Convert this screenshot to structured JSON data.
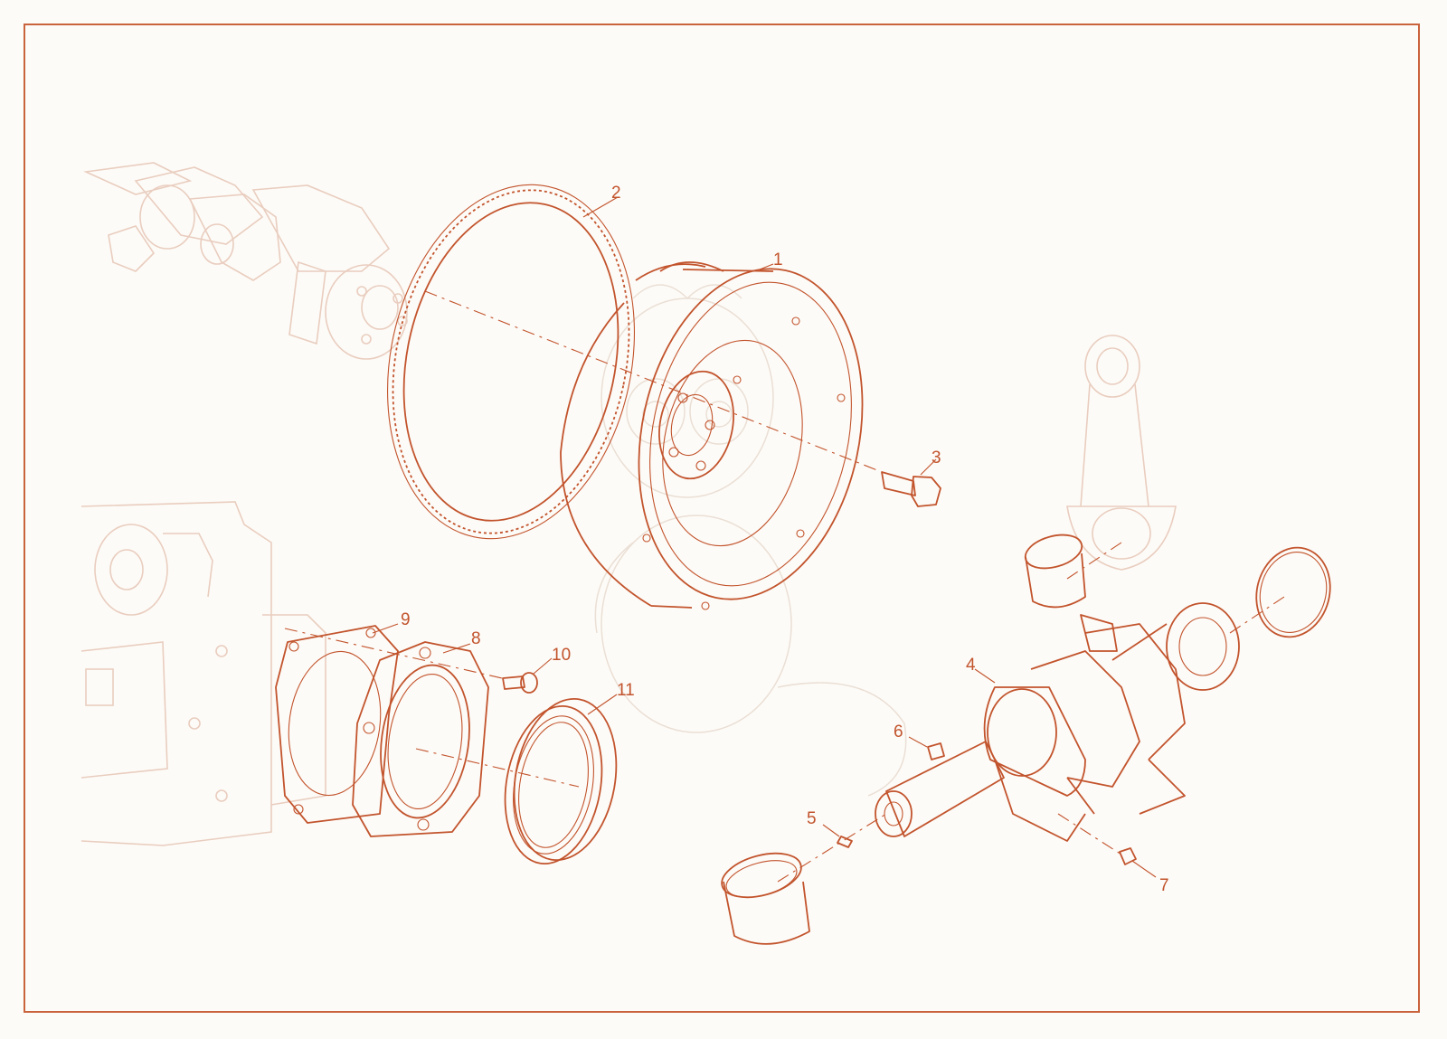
{
  "diagram": {
    "callouts": [
      {
        "id": "1",
        "label": "1"
      },
      {
        "id": "2",
        "label": "2"
      },
      {
        "id": "3",
        "label": "3"
      },
      {
        "id": "4",
        "label": "4"
      },
      {
        "id": "5",
        "label": "5"
      },
      {
        "id": "6",
        "label": "6"
      },
      {
        "id": "7",
        "label": "7"
      },
      {
        "id": "8",
        "label": "8"
      },
      {
        "id": "9",
        "label": "9"
      },
      {
        "id": "10",
        "label": "10"
      },
      {
        "id": "11",
        "label": "11"
      }
    ]
  },
  "colors": {
    "accent": "#c2542d",
    "ghost": "#e9cdbf",
    "background": "#fdfbf7"
  }
}
